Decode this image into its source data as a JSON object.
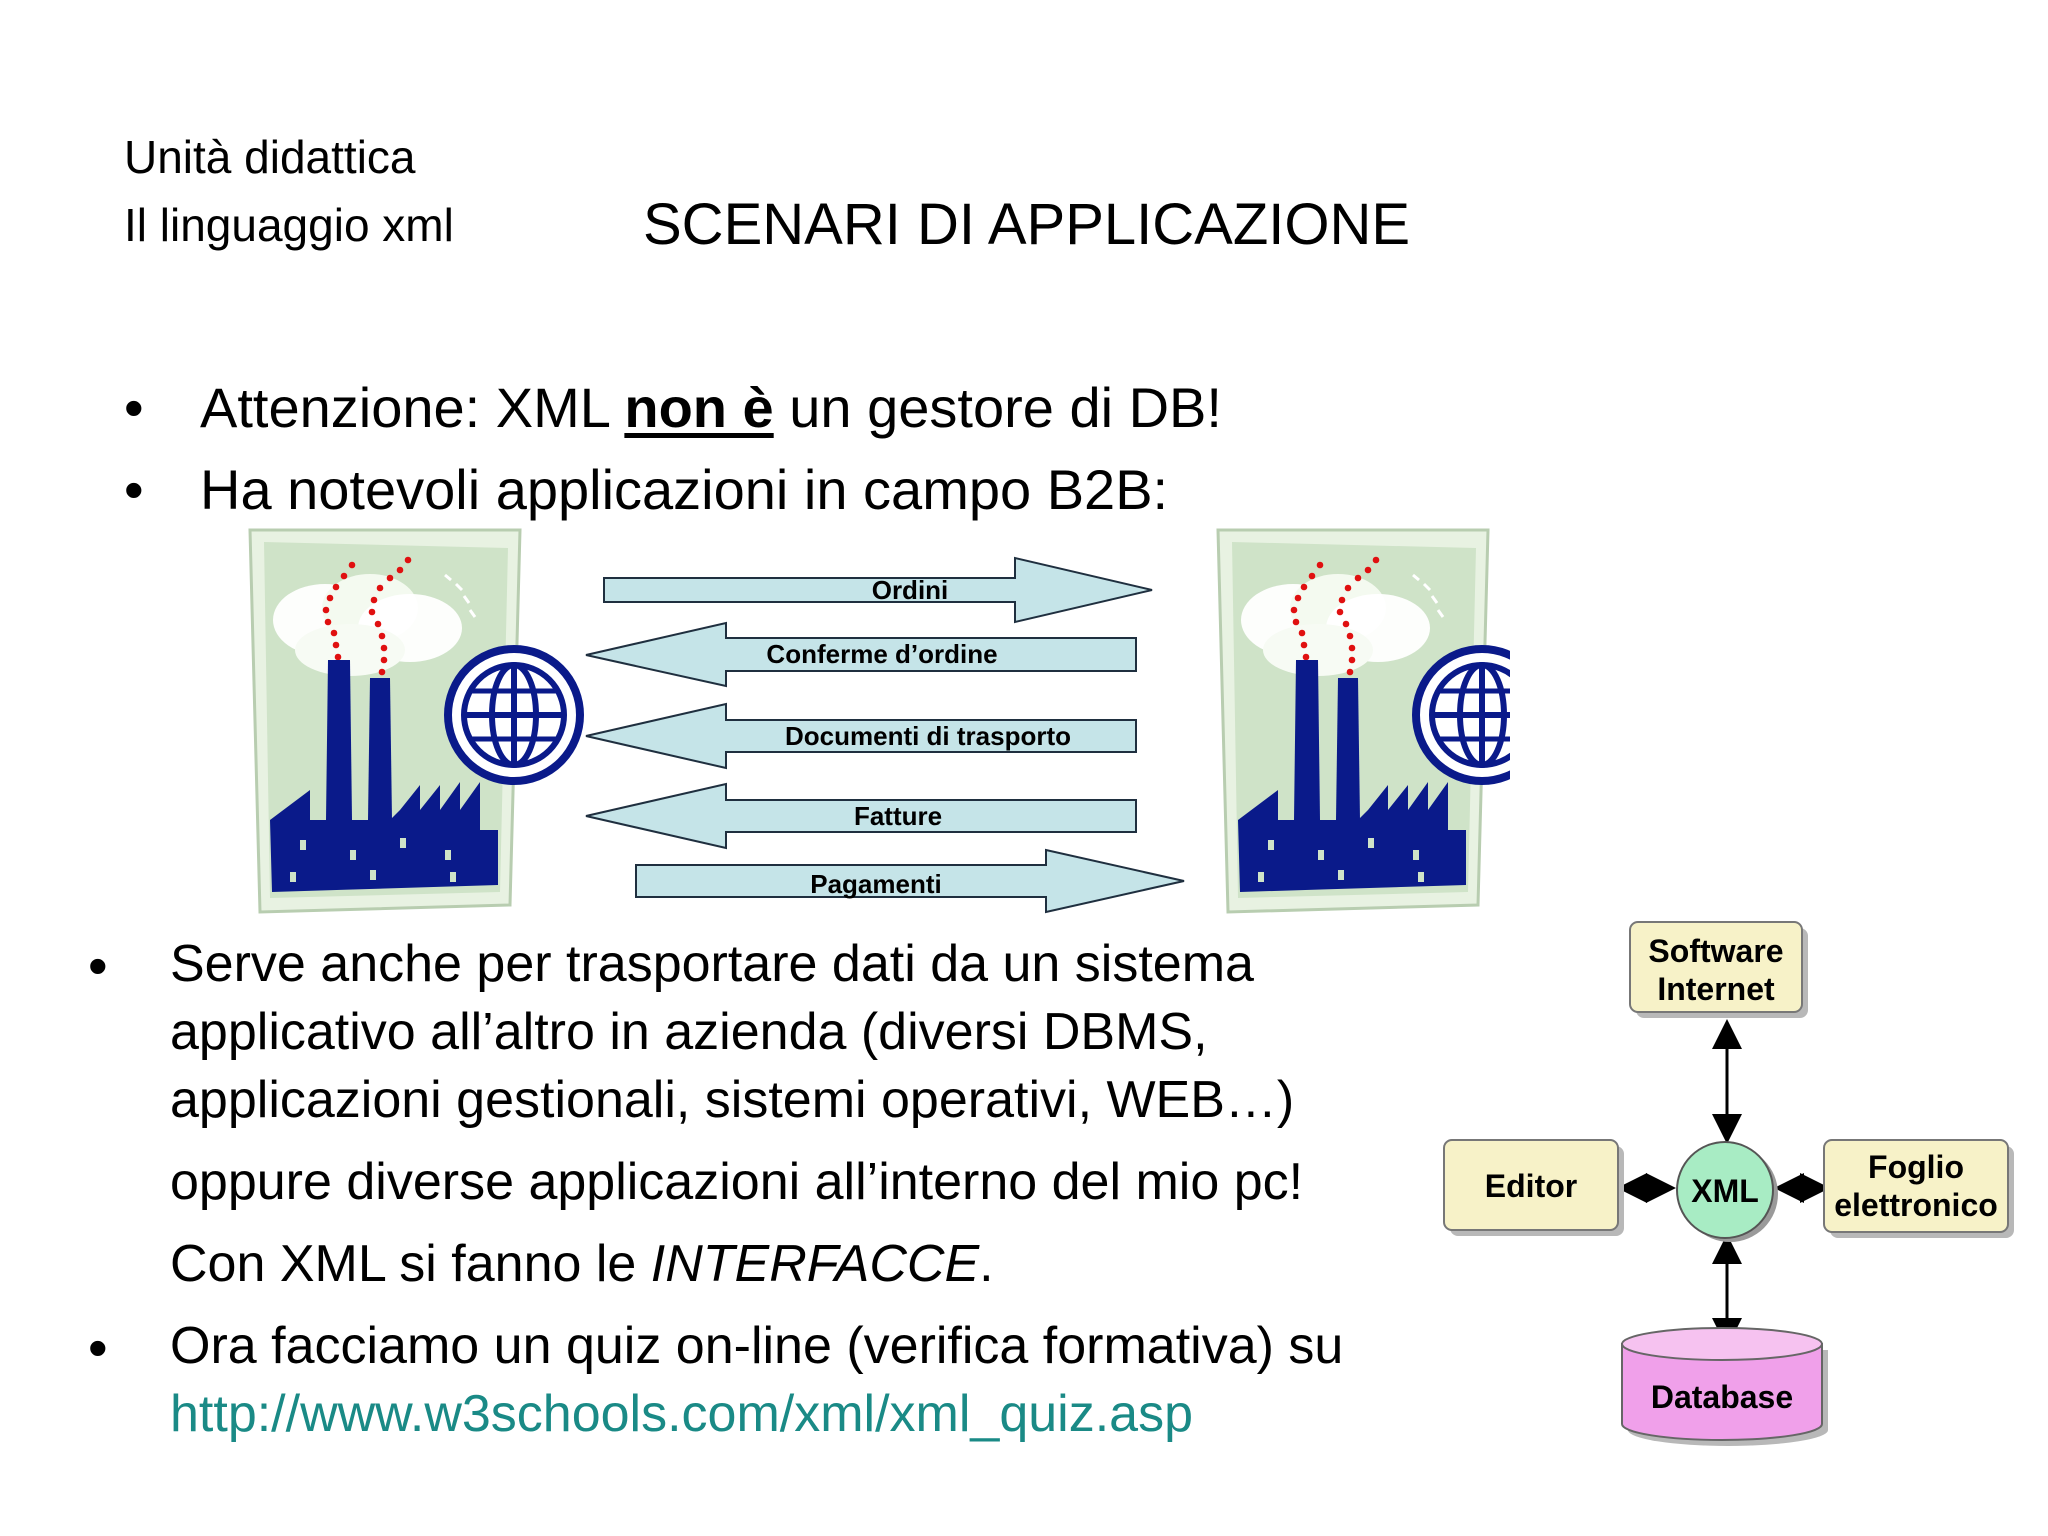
{
  "header": {
    "unit_label": "Unità didattica",
    "course_label": "Il linguaggio xml",
    "title": "SCENARI DI APPLICAZIONE"
  },
  "bullets_top": [
    {
      "prefix": "Attenzione: XML ",
      "emphasis": "non è",
      "suffix": " un gestore di DB!"
    },
    {
      "text": "Ha notevoli applicazioni in campo B2B:"
    }
  ],
  "b2b_arrows": [
    {
      "label": "Ordini",
      "direction": "right"
    },
    {
      "label": "Conferme d’ordine",
      "direction": "left"
    },
    {
      "label": "Documenti di trasporto",
      "direction": "left"
    },
    {
      "label": "Fatture",
      "direction": "left"
    },
    {
      "label": "Pagamenti",
      "direction": "right"
    }
  ],
  "bullets_bottom": {
    "serve_lines": [
      "Serve anche per trasportare dati da un sistema",
      "applicativo all’altro in azienda (diversi DBMS,",
      "applicazioni gestionali, sistemi operativi, WEB…)",
      "oppure diverse applicazioni all’interno del mio pc!"
    ],
    "interfacce_prefix": "Con XML si fanno le ",
    "interfacce_emphasis": "INTERFACCE",
    "interfacce_suffix": ".",
    "quiz_line": "Ora facciamo un quiz on-line (verifica formativa) su",
    "quiz_link": "http://www.w3schools.com/xml/xml_quiz.asp"
  },
  "xml_diagram": {
    "top": [
      "Software",
      "Internet"
    ],
    "left": "Editor",
    "center": "XML",
    "right": [
      "Foglio",
      "elettronico"
    ],
    "bottom": "Database",
    "colors": {
      "node_fill": "#f7f2c8",
      "center_fill": "#a8ecc4",
      "db_fill": "#f0a0ea"
    }
  },
  "colors": {
    "factory_bg": "#cfe3c8",
    "factory_blue": "#0a1a8a",
    "smoke_red": "#e01010",
    "arrow_fill": "#c5e4e8",
    "link": "#1a8a86"
  }
}
